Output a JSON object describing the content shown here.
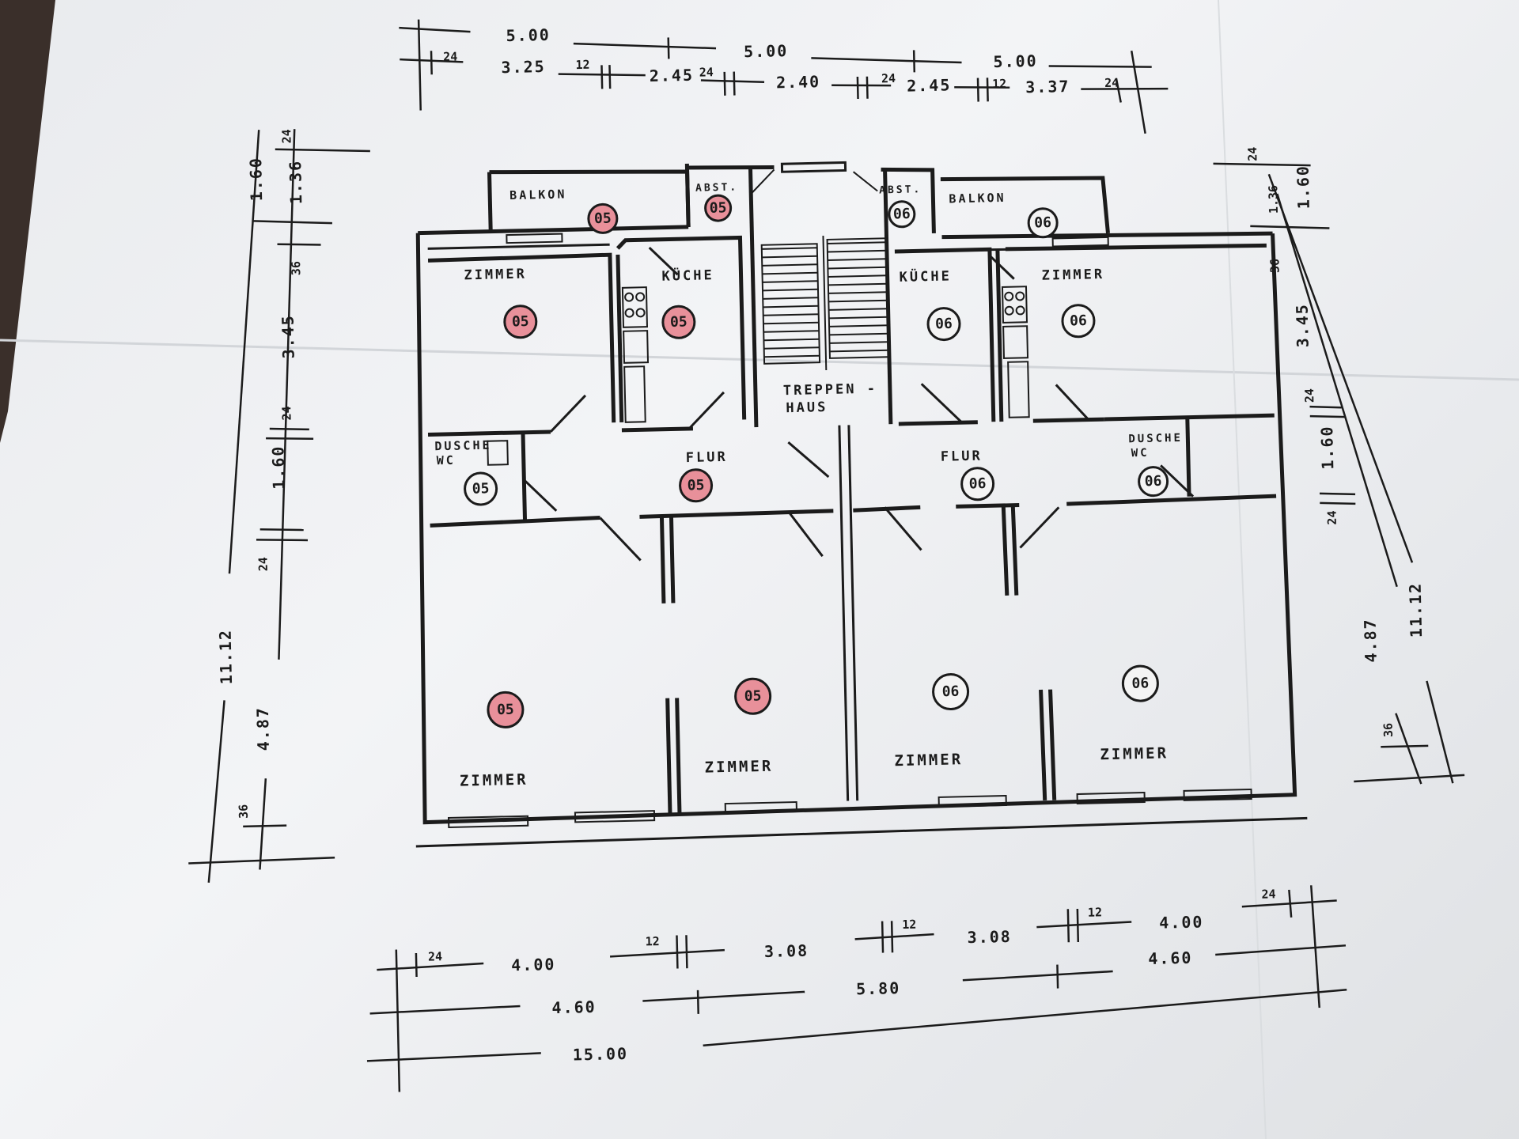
{
  "rooms": {
    "balkon_left": "BALKON",
    "abst_left": "ABST.",
    "abst_right": "ABST.",
    "balkon_right": "BALKON",
    "zimmer_top_left": "ZIMMER",
    "kueche_left": "KÜCHE",
    "kueche_right": "KÜCHE",
    "zimmer_top_right": "ZIMMER",
    "treppenhaus_line1": "TREPPEN -",
    "treppenhaus_line2": "HAUS",
    "dusche_left_line1": "DUSCHE",
    "dusche_left_line2": "WC",
    "dusche_right_line1": "DUSCHE",
    "dusche_right_line2": "WC",
    "flur_left": "FLUR",
    "flur_right": "FLUR",
    "zimmer_bottom_1": "ZIMMER",
    "zimmer_bottom_2": "ZIMMER",
    "zimmer_bottom_3": "ZIMMER",
    "zimmer_bottom_4": "ZIMMER"
  },
  "unit_markers": {
    "balkon_left": "05",
    "abst_left": "05",
    "zimmer_top_left": "05",
    "kueche_left": "05",
    "dusche_left": "05",
    "flur_left": "05",
    "zimmer_bottom_1": "05",
    "zimmer_bottom_2": "05",
    "abst_right": "06",
    "balkon_right": "06",
    "kueche_right": "06",
    "zimmer_top_right": "06",
    "flur_right": "06",
    "dusche_right": "06",
    "zimmer_bottom_3": "06",
    "zimmer_bottom_4": "06"
  },
  "colors": {
    "unit_05_fill": "#e8909a",
    "unit_06_fill": "#f4f4f4",
    "ink": "#1b1b1b",
    "paper": "#eceef1"
  },
  "dimensions": {
    "top": {
      "row1_a": "5.00",
      "row1_b": "5.00",
      "row1_c": "5.00",
      "row2_a": "3.25",
      "row2_b": "2.45",
      "row2_c": "2.40",
      "row2_d": "2.45",
      "row2_e": "3.37",
      "t24_a": "24",
      "t12_a": "12",
      "t24_b": "24",
      "t24_c": "24",
      "t12_b": "12",
      "t24_d": "24"
    },
    "left": {
      "a": "1.60",
      "b": "1.36",
      "c": "36",
      "d": "3.45",
      "e": "24",
      "f": "1.60",
      "g": "24",
      "h": "11.12",
      "i": "4.87",
      "j": "36",
      "k": "24"
    },
    "right": {
      "a": "24",
      "b": "1.36",
      "c": "1.60",
      "d": "36",
      "e": "3.45",
      "f": "24",
      "g": "1.60",
      "h": "24",
      "i": "4.87",
      "j": "11.12",
      "k": "36"
    },
    "bottom": {
      "row1_a": "4.00",
      "row1_b": "3.08",
      "row1_c": "3.08",
      "row1_d": "4.00",
      "row2_a": "4.60",
      "row2_b": "5.80",
      "row2_c": "4.60",
      "total": "15.00",
      "t24_a": "24",
      "t12_a": "12",
      "t12_b": "12",
      "t12_c": "12",
      "t24_b": "24"
    }
  }
}
